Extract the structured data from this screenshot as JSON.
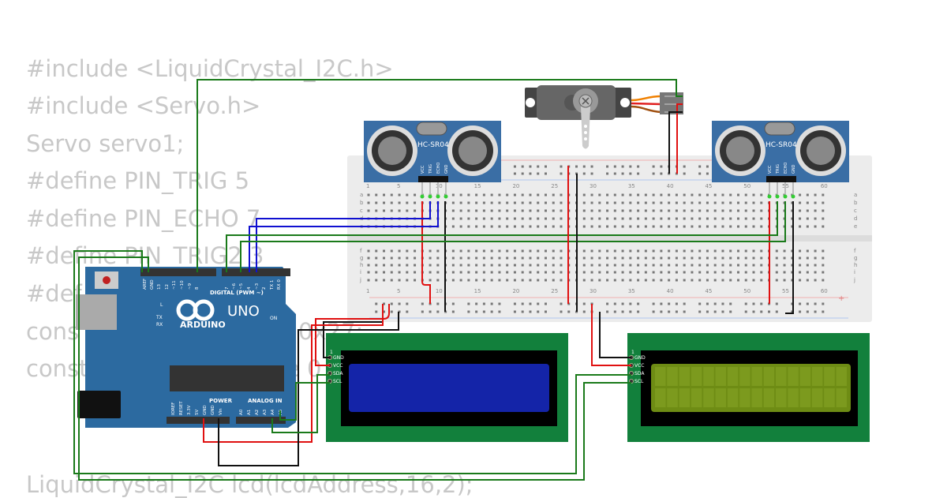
{
  "code_lines": [
    "#include <LiquidCrystal_I2C.h>",
    "#include <Servo.h>",
    "Servo servo1;",
    "#define PIN_TRIG 5",
    "#define PIN_ECHO 7",
    "#define PIN_TRIG2 3",
    "#def",
    "cons",
    "0x27;",
    "const",
    "e 0",
    "LiquidCrystal_I2C lcd(lcdAddress,16,2);"
  ],
  "arduino": {
    "brand": "ARDUINO",
    "model": "UNO",
    "digital_label": "DIGITAL (PWM ~)",
    "power_label": "POWER",
    "analog_label": "ANALOG IN",
    "led_labels": [
      "L",
      "TX",
      "RX",
      "ON"
    ],
    "digital_pins": [
      "AREF",
      "GND",
      "13",
      "12",
      "~11",
      "~10",
      "~9",
      "8",
      "7",
      "~6",
      "~5",
      "4",
      "~3",
      "2",
      "TX 1",
      "RX 0"
    ],
    "power_pins": [
      "IOREF",
      "RESET",
      "3.3V",
      "5V",
      "GND",
      "GND",
      "Vin"
    ],
    "analog_pins": [
      "A0",
      "A1",
      "A2",
      "A3",
      "A4",
      "A5"
    ],
    "color": "#2c6aa0"
  },
  "sensors": [
    {
      "label": "HC-SR04",
      "pins": [
        "VCC",
        "TRIG",
        "ECHO",
        "GND"
      ]
    },
    {
      "label": "HC-SR04",
      "pins": [
        "VCC",
        "TRIG",
        "ECHO",
        "GND"
      ]
    }
  ],
  "breadboard": {
    "column_labels": [
      "1",
      "5",
      "10",
      "15",
      "20",
      "25",
      "30",
      "35",
      "40",
      "45",
      "50",
      "55",
      "60"
    ],
    "row_labels_top": [
      "a",
      "b",
      "c",
      "d",
      "e"
    ],
    "row_labels_bottom": [
      "f",
      "g",
      "h",
      "i",
      "j"
    ],
    "rail_plus": "+",
    "rail_minus": "-"
  },
  "lcds": [
    {
      "pin_one": "1",
      "pins": [
        "GND",
        "VCC",
        "SDA",
        "SCL"
      ],
      "screen_color": "#1424a8"
    },
    {
      "pin_one": "1",
      "pins": [
        "GND",
        "VCC",
        "SDA",
        "SCL"
      ],
      "screen_color": "#6e8c14"
    }
  ],
  "wire_colors": {
    "green": "#1a7a1a",
    "red": "#e01010",
    "black": "#111111",
    "blue": "#1010d0"
  }
}
